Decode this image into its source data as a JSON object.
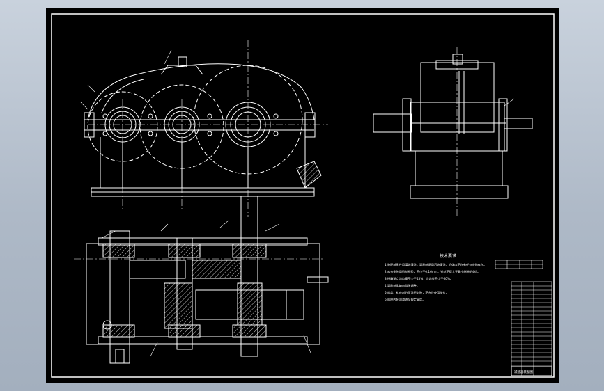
{
  "app": {
    "background_color": "#b4bfcc",
    "paper_color": "#000000",
    "line_color": "#ffffff",
    "cad_yellow": "#e8e060"
  },
  "drawing": {
    "notes_title": "技术要求",
    "notes": [
      "1 装配前零件用煤油清洗，滚动轴承用汽油清洗，机体内不许有任何杂物存在。",
      "2 啮合侧隙用铅丝检验，不小于0.16mm，铅丝不得大于最小侧隙的4倍。",
      "3 接触斑点沿齿高不少于45%，沿齿长不少于60%。",
      "4 滚动轴承轴向游隙调整。",
      "5 机盖、机座剖分面涂密封胶，不允许使用垫片。",
      "6 机座内装润滑油至规定高度。"
    ],
    "title_block_label": "减速器装配图"
  }
}
